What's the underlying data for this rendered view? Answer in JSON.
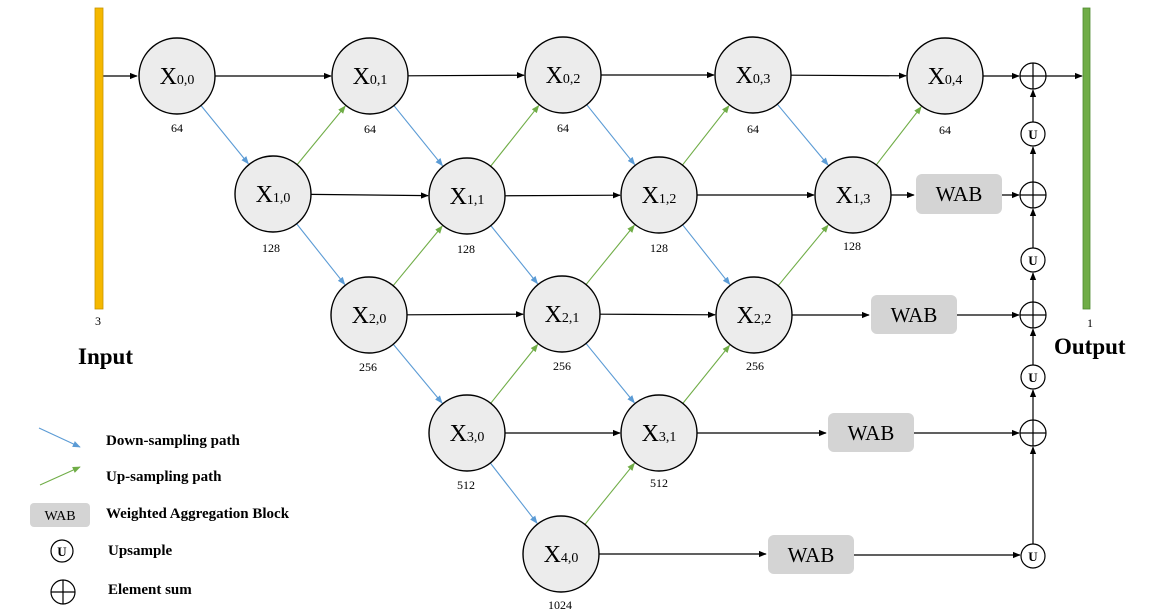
{
  "colors": {
    "input_bar": "#f5b800",
    "output_bar": "#70ad47",
    "down_path": "#5b9bd5",
    "up_path": "#70ad47",
    "node_fill": "#ececec",
    "wab_fill": "#d4d4d4"
  },
  "input": {
    "label": "Input",
    "channels": "3"
  },
  "output": {
    "label": "Output",
    "channels": "1"
  },
  "nodes": [
    {
      "id": "0,0",
      "main": "X",
      "sub": "0,0",
      "channels": "64"
    },
    {
      "id": "0,1",
      "main": "X",
      "sub": "0,1",
      "channels": "64"
    },
    {
      "id": "0,2",
      "main": "X",
      "sub": "0,2",
      "channels": "64"
    },
    {
      "id": "0,3",
      "main": "X",
      "sub": "0,3",
      "channels": "64"
    },
    {
      "id": "0,4",
      "main": "X",
      "sub": "0,4",
      "channels": "64"
    },
    {
      "id": "1,0",
      "main": "X",
      "sub": "1,0",
      "channels": "128"
    },
    {
      "id": "1,1",
      "main": "X",
      "sub": "1,1",
      "channels": "128"
    },
    {
      "id": "1,2",
      "main": "X",
      "sub": "1,2",
      "channels": "128"
    },
    {
      "id": "1,3",
      "main": "X",
      "sub": "1,3",
      "channels": "128"
    },
    {
      "id": "2,0",
      "main": "X",
      "sub": "2,0",
      "channels": "256"
    },
    {
      "id": "2,1",
      "main": "X",
      "sub": "2,1",
      "channels": "256"
    },
    {
      "id": "2,2",
      "main": "X",
      "sub": "2,2",
      "channels": "256"
    },
    {
      "id": "3,0",
      "main": "X",
      "sub": "3,0",
      "channels": "512"
    },
    {
      "id": "3,1",
      "main": "X",
      "sub": "3,1",
      "channels": "512"
    },
    {
      "id": "4,0",
      "main": "X",
      "sub": "4,0",
      "channels": "1024"
    }
  ],
  "wab_label": "WAB",
  "upsample_symbol": "U",
  "legend": {
    "down": "Down-sampling path",
    "up": "Up-sampling path",
    "wab_symbol": "WAB",
    "wab": "Weighted Aggregation Block",
    "upsample": "Upsample",
    "sum": "Element sum"
  }
}
